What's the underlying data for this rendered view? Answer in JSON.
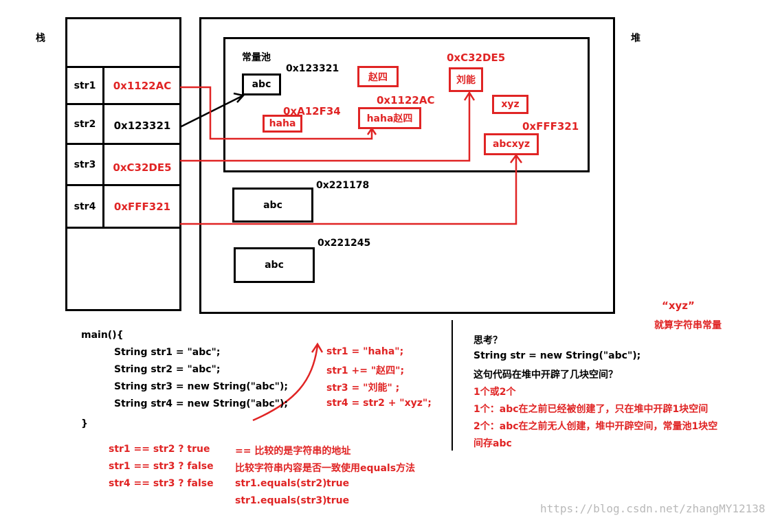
{
  "labels": {
    "stack": "栈",
    "heap": "堆",
    "constant_pool": "常量池"
  },
  "stack_rows": [
    {
      "name": "str1",
      "address": "0x1122AC",
      "addr_color": "red"
    },
    {
      "name": "str2",
      "address": "0x123321",
      "addr_color": "black"
    },
    {
      "name": "str3",
      "address": "0xC32DE5",
      "addr_color": "red"
    },
    {
      "name": "str4",
      "address": "0xFFF321",
      "addr_color": "red"
    }
  ],
  "pool": {
    "abc_addr": "0x123321",
    "abc_value": "abc",
    "zhaosi": "赵四",
    "liuneng_addr": "0xC32DE5",
    "liuneng": "刘能",
    "haha_addr": "0xA12F34",
    "haha": "haha",
    "hahazhaosi_addr": "0x1122AC",
    "hahazhaosi": "haha赵四",
    "xyz": "xyz",
    "abcxyz_addr": "0xFFF321",
    "abcxyz": "abcxyz"
  },
  "heap_objects": [
    {
      "addr": "0x221178",
      "value": "abc"
    },
    {
      "addr": "0x221245",
      "value": "abc"
    }
  ],
  "code": {
    "main": "main(){",
    "line1": "String str1 = \"abc\";",
    "line2": "String str2 = \"abc\";",
    "line3": "String str3 = new String(\"abc\");",
    "line4": "String str4 = new String(\"abc\");",
    "close": "}"
  },
  "assignments": [
    "str1 = \"haha\";",
    "str1 += \"赵四\";",
    "str3 = \"刘能\" ;",
    "str4 = str2 + \"xyz\";"
  ],
  "comparisons": [
    "str1 == str2 ? true",
    "str1 == str3 ? false",
    "str4 == str3 ? false"
  ],
  "explanations": {
    "eq_note": "== 比较的是字符串的地址",
    "equals_note": "比较字符串内容是否一致使用equals方法",
    "eq1": "str1.equals(str2)",
    "eq1_result": "true",
    "eq2": "str1.equals(str3)",
    "eq2_result": "true"
  },
  "think": {
    "title": "思考？",
    "code": "String str = new String(\"abc\");",
    "question": "这句代码在堆中开辟了几块空间？",
    "answer1": "1个或2个",
    "answer2": "1个：abc在之前已经被创建了，只在堆中开辟1块空间",
    "answer3a": "2个：abc在之前无人创建，堆中开辟空间，常量池1块空",
    "answer3b": "间存abc"
  },
  "note": {
    "xyz": "“xyz”",
    "text": "就算字符串常量"
  },
  "watermark": "https://blog.csdn.net/zhangMY12138",
  "colors": {
    "red": "#e02424",
    "black": "#000000"
  }
}
